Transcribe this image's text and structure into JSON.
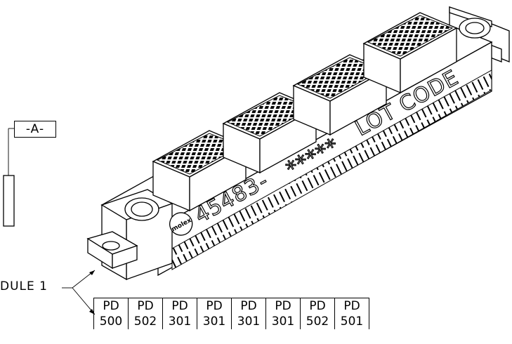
{
  "datum": {
    "label": "-A-"
  },
  "module": {
    "label": "DULE 1"
  },
  "connector": {
    "part_number": "45483",
    "separator": " - ",
    "lot_marks": "*****",
    "lot_code": "LOT CODE"
  },
  "pd_table": {
    "prefix": [
      "PD",
      "PD",
      "PD",
      "PD",
      "PD",
      "PD",
      "PD",
      "PD"
    ],
    "codes": [
      "500",
      "502",
      "301",
      "301",
      "301",
      "301",
      "502",
      "501"
    ]
  }
}
